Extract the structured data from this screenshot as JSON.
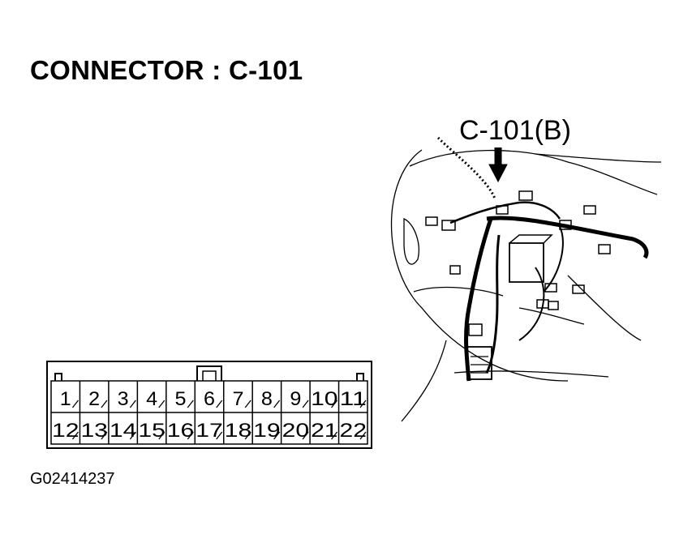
{
  "title": "CONNECTOR : C-101",
  "callout_label": "C-101(B)",
  "figure_code": "G02414237",
  "connector": {
    "top_row": [
      "1",
      "2",
      "3",
      "4",
      "5",
      "6",
      "7",
      "8",
      "9",
      "10",
      "11"
    ],
    "bottom_row": [
      "12",
      "13",
      "14",
      "15",
      "16",
      "17",
      "18",
      "19",
      "20",
      "21",
      "22"
    ]
  }
}
